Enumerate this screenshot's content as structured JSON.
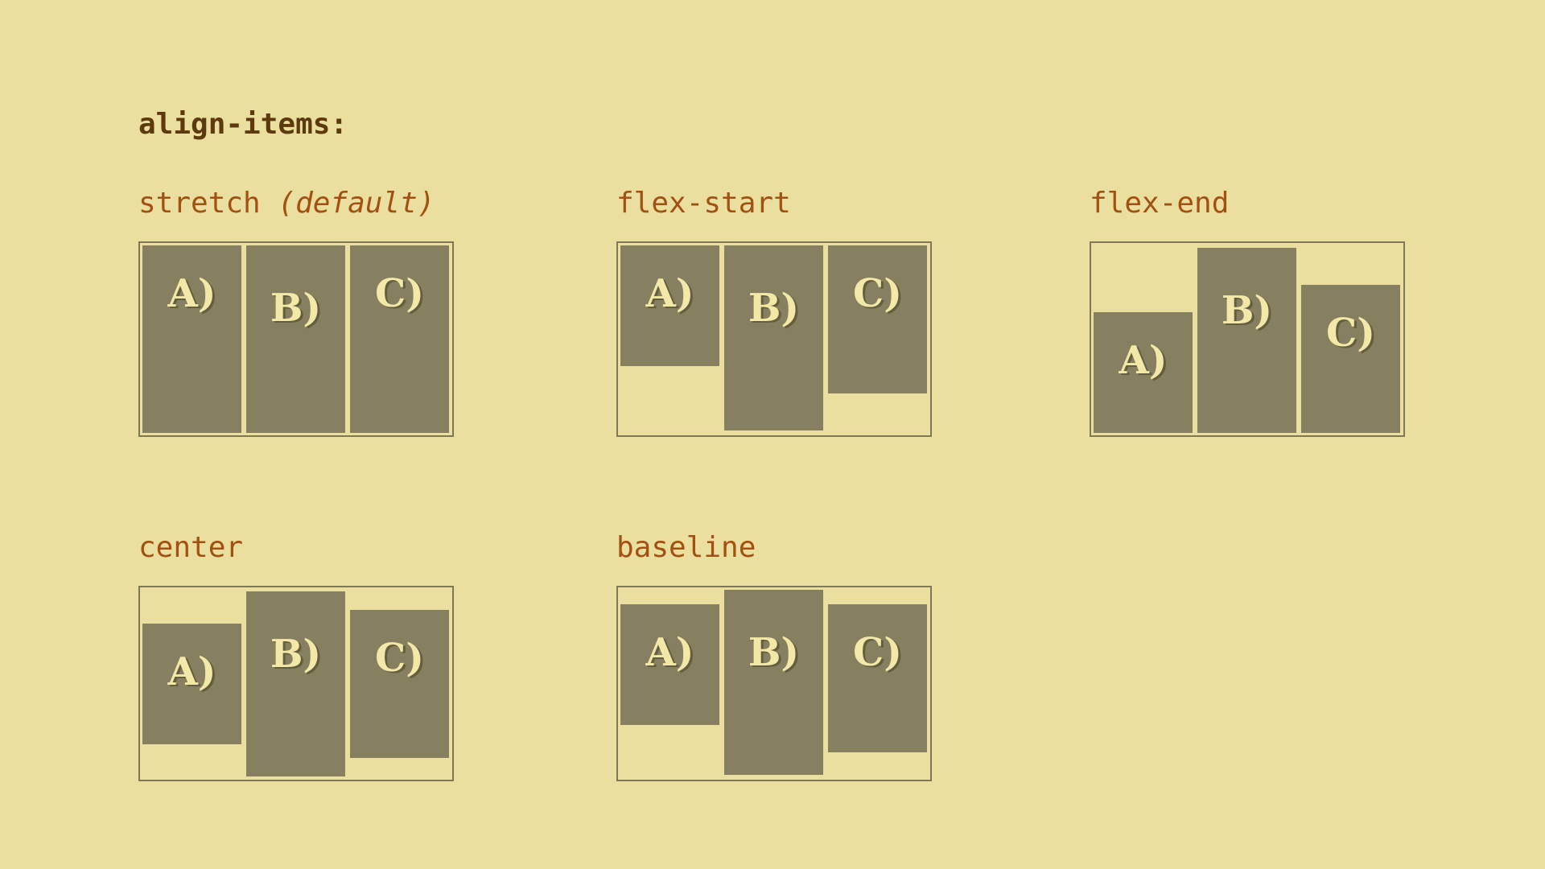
{
  "title": "align-items:",
  "demos": [
    {
      "name": "stretch",
      "suffix": " (default)",
      "align_value": "stretch",
      "items": [
        {
          "label": "A)"
        },
        {
          "label": "B)"
        },
        {
          "label": "C)"
        }
      ]
    },
    {
      "name": "flex-start",
      "suffix": "",
      "align_value": "flex-start",
      "items": [
        {
          "label": "A)"
        },
        {
          "label": "B)"
        },
        {
          "label": "C)"
        }
      ]
    },
    {
      "name": "flex-end",
      "suffix": "",
      "align_value": "flex-end",
      "items": [
        {
          "label": "A)"
        },
        {
          "label": "B)"
        },
        {
          "label": "C)"
        }
      ]
    },
    {
      "name": "center",
      "suffix": "",
      "align_value": "center",
      "items": [
        {
          "label": "A)"
        },
        {
          "label": "B)"
        },
        {
          "label": "C)"
        }
      ]
    },
    {
      "name": "baseline",
      "suffix": "",
      "align_value": "baseline",
      "items": [
        {
          "label": "A)"
        },
        {
          "label": "B)"
        },
        {
          "label": "C)"
        }
      ]
    }
  ],
  "colors": {
    "background": "#ebdfa0",
    "heading_text": "#5d3a0d",
    "demo_label_text": "#a35112",
    "container_border": "#7e7855",
    "box_fill": "#868060",
    "box_text": "#f3e8a7"
  }
}
